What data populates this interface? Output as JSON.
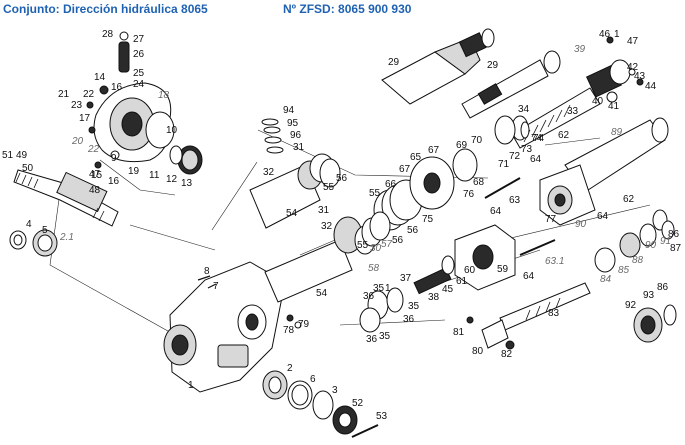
{
  "header": {
    "title": "Conjunto: Dirección hidráulica 8065",
    "ref": "Nº ZFSD: 8065 900 930"
  },
  "callouts": [
    {
      "id": "c28",
      "text": "28"
    },
    {
      "id": "c27",
      "text": "27"
    },
    {
      "id": "c26",
      "text": "26"
    },
    {
      "id": "c25",
      "text": "25"
    },
    {
      "id": "c24",
      "text": "24"
    },
    {
      "id": "c14",
      "text": "14"
    },
    {
      "id": "c16a",
      "text": "16"
    },
    {
      "id": "c18",
      "text": "18",
      "alt": true
    },
    {
      "id": "c21",
      "text": "21"
    },
    {
      "id": "c22a",
      "text": "22"
    },
    {
      "id": "c23",
      "text": "23"
    },
    {
      "id": "c17",
      "text": "17"
    },
    {
      "id": "c20",
      "text": "20",
      "alt": true
    },
    {
      "id": "c22b",
      "text": "22",
      "alt": true
    },
    {
      "id": "c9",
      "text": "9"
    },
    {
      "id": "c10",
      "text": "10"
    },
    {
      "id": "c15",
      "text": "15"
    },
    {
      "id": "c16b",
      "text": "16"
    },
    {
      "id": "c19",
      "text": "19"
    },
    {
      "id": "c11",
      "text": "11"
    },
    {
      "id": "c12",
      "text": "12"
    },
    {
      "id": "c13",
      "text": "13"
    },
    {
      "id": "c51",
      "text": "51"
    },
    {
      "id": "c49",
      "text": "49"
    },
    {
      "id": "c50",
      "text": "50"
    },
    {
      "id": "c47",
      "text": "47"
    },
    {
      "id": "c48",
      "text": "48"
    },
    {
      "id": "c4",
      "text": "4"
    },
    {
      "id": "c5",
      "text": "5"
    },
    {
      "id": "c2_1",
      "text": "2.1",
      "alt": true
    },
    {
      "id": "c29a",
      "text": "29"
    },
    {
      "id": "c29b",
      "text": "29"
    },
    {
      "id": "c39",
      "text": "39",
      "alt": true
    },
    {
      "id": "c46",
      "text": "46"
    },
    {
      "id": "c1_1",
      "text": "1"
    },
    {
      "id": "c47b",
      "text": "47"
    },
    {
      "id": "c42",
      "text": "42"
    },
    {
      "id": "c43",
      "text": "43"
    },
    {
      "id": "c44",
      "text": "44"
    },
    {
      "id": "c40",
      "text": "40"
    },
    {
      "id": "c41",
      "text": "41"
    },
    {
      "id": "c34",
      "text": "34"
    },
    {
      "id": "c33",
      "text": "33"
    },
    {
      "id": "c74a",
      "text": "74"
    },
    {
      "id": "c62a",
      "text": "62"
    },
    {
      "id": "c89",
      "text": "89",
      "alt": true
    },
    {
      "id": "c94",
      "text": "94"
    },
    {
      "id": "c95",
      "text": "95"
    },
    {
      "id": "c96",
      "text": "96"
    },
    {
      "id": "c31a",
      "text": "31"
    },
    {
      "id": "c32a",
      "text": "32"
    },
    {
      "id": "c55a",
      "text": "55"
    },
    {
      "id": "c56a",
      "text": "56"
    },
    {
      "id": "c54a",
      "text": "54"
    },
    {
      "id": "c65",
      "text": "65"
    },
    {
      "id": "c67a",
      "text": "67"
    },
    {
      "id": "c67b",
      "text": "67"
    },
    {
      "id": "c66",
      "text": "66"
    },
    {
      "id": "c55b",
      "text": "55"
    },
    {
      "id": "c69",
      "text": "69"
    },
    {
      "id": "c70",
      "text": "70"
    },
    {
      "id": "c71",
      "text": "71"
    },
    {
      "id": "c72",
      "text": "72"
    },
    {
      "id": "c73",
      "text": "73"
    },
    {
      "id": "c74b",
      "text": "74"
    },
    {
      "id": "c64a",
      "text": "64"
    },
    {
      "id": "c68",
      "text": "68"
    },
    {
      "id": "c76",
      "text": "76"
    },
    {
      "id": "c63",
      "text": "63"
    },
    {
      "id": "c64b",
      "text": "64"
    },
    {
      "id": "c75",
      "text": "75"
    },
    {
      "id": "c56b",
      "text": "56"
    },
    {
      "id": "c77",
      "text": "77"
    },
    {
      "id": "c64c",
      "text": "64"
    },
    {
      "id": "c62b",
      "text": "62"
    },
    {
      "id": "c90a",
      "text": "90",
      "alt": true
    },
    {
      "id": "c31b",
      "text": "31"
    },
    {
      "id": "c32b",
      "text": "32"
    },
    {
      "id": "c57",
      "text": "57",
      "alt": true
    },
    {
      "id": "c56c",
      "text": "56"
    },
    {
      "id": "c30",
      "text": "30",
      "alt": true
    },
    {
      "id": "c55c",
      "text": "55"
    },
    {
      "id": "c58",
      "text": "58",
      "alt": true
    },
    {
      "id": "c8",
      "text": "8"
    },
    {
      "id": "c7",
      "text": "7"
    },
    {
      "id": "c54b",
      "text": "54"
    },
    {
      "id": "c59",
      "text": "59"
    },
    {
      "id": "c60",
      "text": "60"
    },
    {
      "id": "c61",
      "text": "61"
    },
    {
      "id": "c45",
      "text": "45"
    },
    {
      "id": "c38",
      "text": "38"
    },
    {
      "id": "c37",
      "text": "37"
    },
    {
      "id": "c36a",
      "text": "36"
    },
    {
      "id": "c35a",
      "text": "35"
    },
    {
      "id": "c1_2",
      "text": "1"
    },
    {
      "id": "c35b",
      "text": "35"
    },
    {
      "id": "c36b",
      "text": "36"
    },
    {
      "id": "c36c",
      "text": "36"
    },
    {
      "id": "c35c",
      "text": "35"
    },
    {
      "id": "c63_1",
      "text": "63.1",
      "alt": true
    },
    {
      "id": "c64d",
      "text": "64"
    },
    {
      "id": "c83",
      "text": "83"
    },
    {
      "id": "c84",
      "text": "84",
      "alt": true
    },
    {
      "id": "c85",
      "text": "85",
      "alt": true
    },
    {
      "id": "c88",
      "text": "88",
      "alt": true
    },
    {
      "id": "c86",
      "text": "86"
    },
    {
      "id": "c90b",
      "text": "90",
      "alt": true
    },
    {
      "id": "c91",
      "text": "91",
      "alt": true
    },
    {
      "id": "c87",
      "text": "87"
    },
    {
      "id": "c92",
      "text": "92"
    },
    {
      "id": "c93",
      "text": "93"
    },
    {
      "id": "c86b",
      "text": "86"
    },
    {
      "id": "c81",
      "text": "81"
    },
    {
      "id": "c80",
      "text": "80"
    },
    {
      "id": "c82",
      "text": "82"
    },
    {
      "id": "c78",
      "text": "78"
    },
    {
      "id": "c79",
      "text": "79"
    },
    {
      "id": "c1",
      "text": "1"
    },
    {
      "id": "c2",
      "text": "2"
    },
    {
      "id": "c6",
      "text": "6"
    },
    {
      "id": "c3",
      "text": "3"
    },
    {
      "id": "c52",
      "text": "52"
    },
    {
      "id": "c53",
      "text": "53"
    }
  ]
}
